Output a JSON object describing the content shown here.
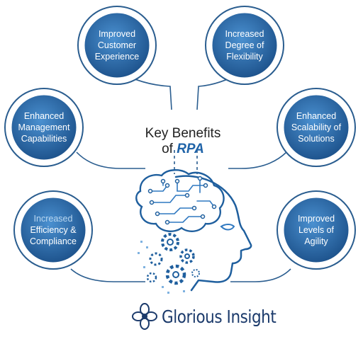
{
  "diagram": {
    "title_line1": "Key Benefits",
    "title_line2_prefix": "of",
    "title_line2_emphasis": "RPA",
    "benefits": [
      {
        "label": "Improved Customer Experience",
        "emphasis": ""
      },
      {
        "label": "Increased Degree of Flexibility",
        "emphasis": ""
      },
      {
        "label": "Enhanced Management Capabilities",
        "emphasis": ""
      },
      {
        "label": "Enhanced Scalability of Solutions",
        "emphasis": ""
      },
      {
        "label": "Increased",
        "emphasis": "Efficiency & Compliance"
      },
      {
        "label": "Improved Levels of Agility",
        "emphasis": ""
      }
    ]
  },
  "brand": {
    "name": "Glorious Insight",
    "logo": "flower-logo-icon"
  },
  "colors": {
    "primary": "#1f5f9e",
    "light": "#4a90d0",
    "dark_navy": "#1b3a6b",
    "line": "#2a5d8f"
  }
}
